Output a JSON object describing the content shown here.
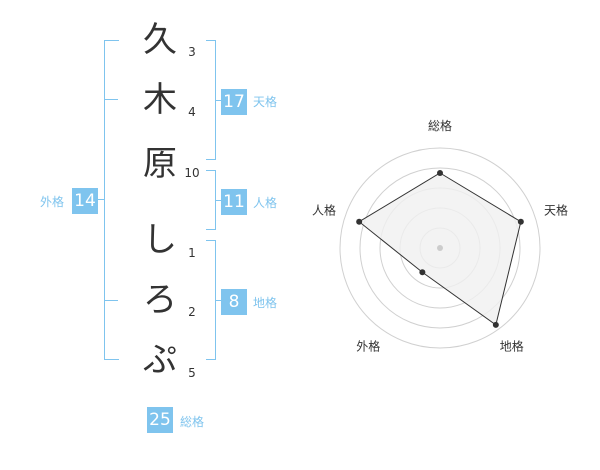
{
  "name_chars": [
    {
      "char": "久",
      "strokes": "3"
    },
    {
      "char": "木",
      "strokes": "4"
    },
    {
      "char": "原",
      "strokes": "10"
    },
    {
      "char": "し",
      "strokes": "1"
    },
    {
      "char": "ろ",
      "strokes": "2"
    },
    {
      "char": "ぷ",
      "strokes": "5"
    }
  ],
  "kakusu": {
    "tenkaku": {
      "value": "17",
      "label": "天格"
    },
    "jinkaku": {
      "value": "11",
      "label": "人格"
    },
    "chikaku": {
      "value": "8",
      "label": "地格"
    },
    "gaikaku": {
      "value": "14",
      "label": "外格"
    },
    "soukaku": {
      "value": "25",
      "label": "総格"
    }
  },
  "chart_data": {
    "type": "radar",
    "axes": [
      "総格",
      "天格",
      "地格",
      "外格",
      "人格"
    ],
    "values": [
      0.75,
      0.85,
      0.95,
      0.3,
      0.85
    ],
    "range": [
      0,
      1
    ],
    "rings": 5,
    "colors": {
      "fill": "#f0f0f0",
      "line": "#333333",
      "ring": "#d0d0d0",
      "accent": "#7fc4ee"
    }
  }
}
